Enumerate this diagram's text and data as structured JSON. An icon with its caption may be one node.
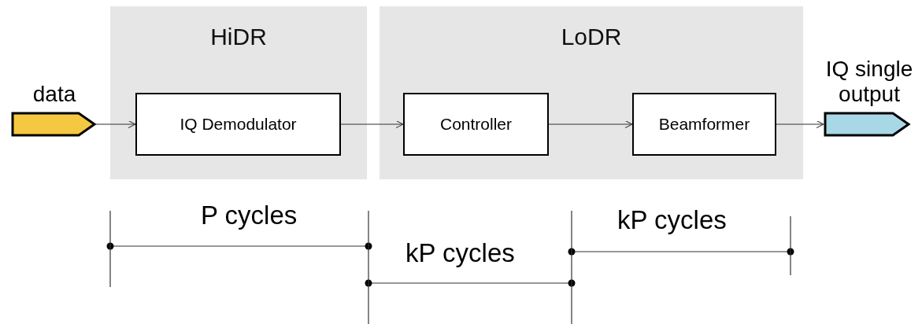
{
  "diagram": {
    "nodes": [
      {
        "text": [
          "data"
        ]
      },
      {
        "text": [
          "HiDR"
        ]
      },
      {
        "text": [
          "IQ Demodulator"
        ],
        "in": 1
      },
      {
        "text": [
          "LoDR"
        ]
      },
      {
        "text": [
          "Controller"
        ],
        "in": 3
      },
      {
        "text": [
          "Beamformer"
        ],
        "in": 3
      },
      {
        "text": [
          "IQ single output"
        ]
      }
    ],
    "edges": [
      {
        "from": 0,
        "to": 2,
        "arrow": "to"
      },
      {
        "from": 2,
        "to": 4,
        "arrow": "to"
      },
      {
        "from": 4,
        "to": 5,
        "arrow": "to"
      },
      {
        "from": 5,
        "to": 6,
        "arrow": "to"
      }
    ],
    "labels": [
      "P cycles",
      "kP cycles",
      "kP cycles"
    ]
  }
}
